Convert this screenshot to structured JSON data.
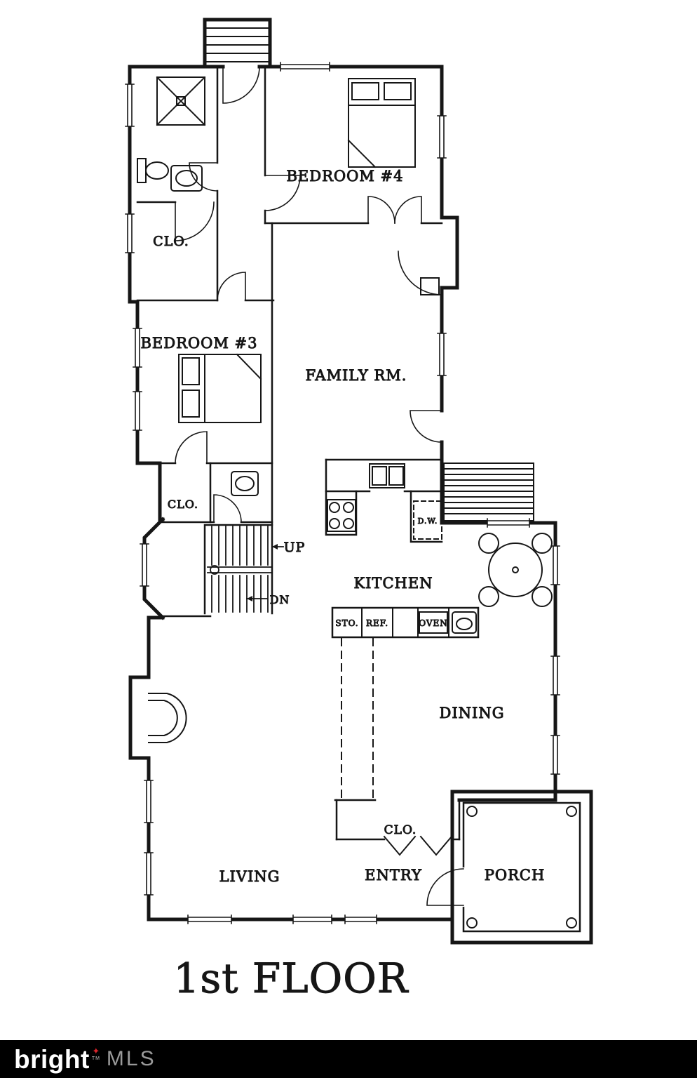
{
  "page": {
    "background": "#ffffff",
    "ink": "#161616"
  },
  "title": "1st FLOOR",
  "rooms": {
    "bedroom4": {
      "label": "BEDROOM #4"
    },
    "bedroom3": {
      "label": "BEDROOM #3"
    },
    "family_room": {
      "label": "FAMILY RM."
    },
    "kitchen": {
      "label": "KITCHEN"
    },
    "dining": {
      "label": "DINING"
    },
    "living": {
      "label": "LIVING"
    },
    "entry": {
      "label": "ENTRY"
    },
    "porch": {
      "label": "PORCH"
    },
    "closet_upper": {
      "label": "CLO."
    },
    "closet_middle": {
      "label": "CLO."
    },
    "closet_entry": {
      "label": "CLO."
    }
  },
  "stairs": {
    "up_label": "UP",
    "down_label": "DN"
  },
  "kitchen_items": {
    "storage": "STO.",
    "refrigerator": "REF.",
    "oven": "OVEN",
    "dishwasher": "D.W."
  },
  "footer": {
    "brand": "bright",
    "trademark": "TM",
    "mls": "MLS",
    "star_glyph": "✦",
    "bar_color": "#000000",
    "brand_color": "#ffffff",
    "mls_color": "#9a9a9a",
    "star_color": "#d8232a"
  }
}
